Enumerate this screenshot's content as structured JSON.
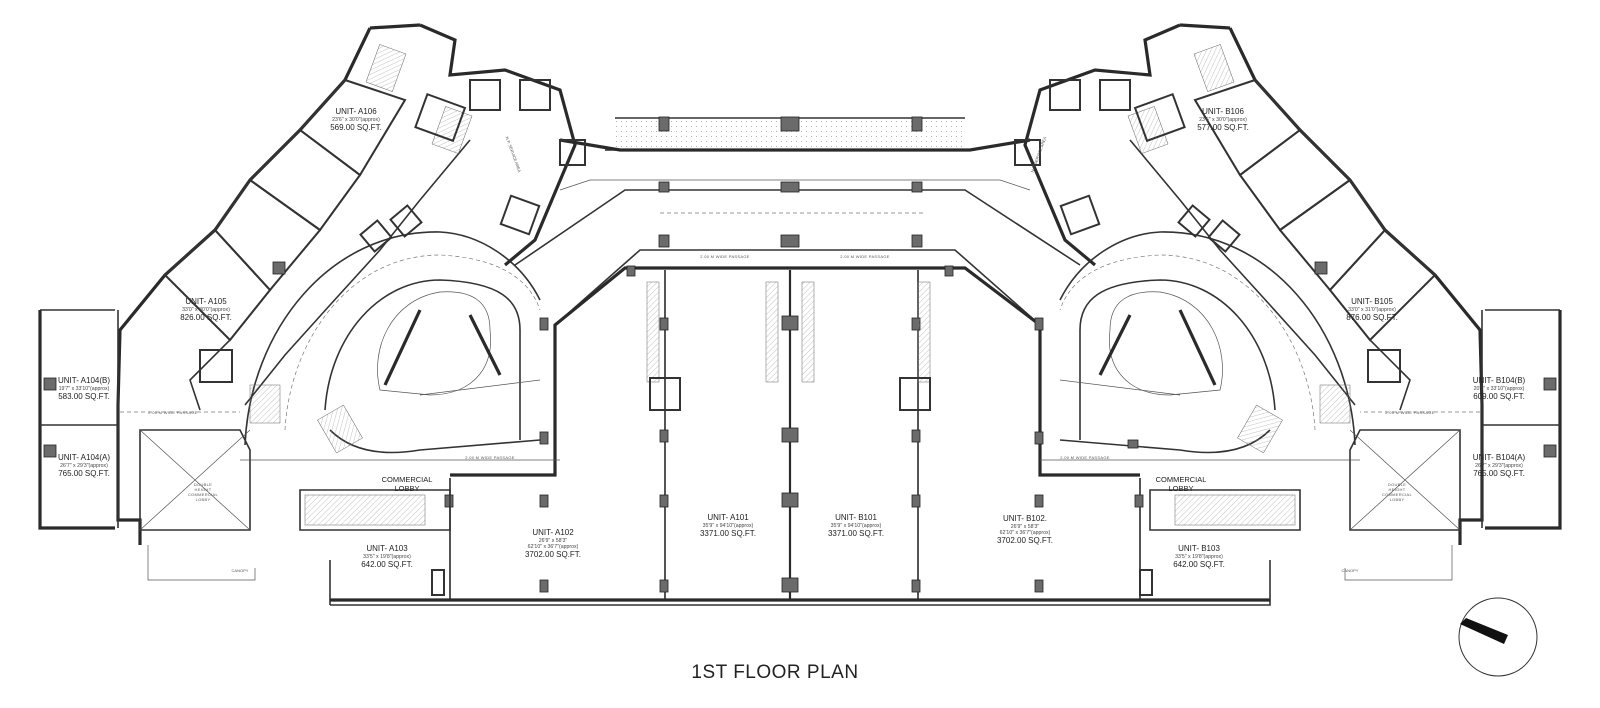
{
  "title": "1ST FLOOR PLAN",
  "units": [
    {
      "id": "a106",
      "name": "UNIT- A106",
      "dims": "23'6\" x 30'0\"(approx)",
      "area": "569.00 SQ.FT."
    },
    {
      "id": "a105",
      "name": "UNIT- A105",
      "dims": "33'0\" x 30'0\"(approx)",
      "area": "826.00 SQ.FT."
    },
    {
      "id": "a104b",
      "name": "UNIT- A104(B)",
      "dims": "19'7\" x 33'10\"(approx)",
      "area": "583.00 SQ.FT."
    },
    {
      "id": "a104a",
      "name": "UNIT- A104(A)",
      "dims": "26'7\" x 29'3\"(approx)",
      "area": "765.00 SQ.FT."
    },
    {
      "id": "a103",
      "name": "UNIT- A103",
      "dims": "33'5\" x 19'8\"(approx)",
      "area": "642.00 SQ.FT."
    },
    {
      "id": "a102",
      "name": "UNIT- A102",
      "dims": "26'9\" x 58'3\"",
      "dims2": "62'10\" x 36'7\"(approx)",
      "area": "3702.00 SQ.FT."
    },
    {
      "id": "a101",
      "name": "UNIT- A101",
      "dims": "35'9\" x 94'10\"(approx)",
      "area": "3371.00 SQ.FT."
    },
    {
      "id": "b101",
      "name": "UNIT- B101",
      "dims": "35'9\" x 94'10\"(approx)",
      "area": "3371.00 SQ.FT."
    },
    {
      "id": "b102",
      "name": "UNIT- B102.",
      "dims": "26'9\" x 58'3\"",
      "dims2": "62'10\" x 36'7\"(approx)",
      "area": "3702.00 SQ.FT."
    },
    {
      "id": "b103",
      "name": "UNIT- B103",
      "dims": "33'5\" x 19'8\"(approx)",
      "area": "642.00 SQ.FT."
    },
    {
      "id": "b104a",
      "name": "UNIT- B104(A)",
      "dims": "26'7\" x 29'3\"(approx)",
      "area": "765.00 SQ.FT."
    },
    {
      "id": "b104b",
      "name": "UNIT- B104(B)",
      "dims": "20'7\" x 33'10\"(approx)",
      "area": "609.00 SQ.FT."
    },
    {
      "id": "b105",
      "name": "UNIT- B105",
      "dims": "33'0\" x 31'0\"(approx)",
      "area": "876.00 SQ.FT."
    },
    {
      "id": "b106",
      "name": "UNIT- B106",
      "dims": "23'6\" x 30'0\"(approx)",
      "area": "577.00 SQ.FT."
    }
  ],
  "lobbies": {
    "left": {
      "line1": "COMMERCIAL",
      "line2": "LOBBY"
    },
    "right": {
      "line1": "COMMERCIAL",
      "line2": "LOBBY"
    },
    "double_left": {
      "line1": "DOUBLE",
      "line2": "HEIGHT",
      "line3": "COMMERCIAL",
      "line4": "LOBBY"
    },
    "double_right": {
      "line1": "DOUBLE",
      "line2": "HEIGHT",
      "line3": "COMMERCIAL",
      "line4": "LOBBY"
    }
  },
  "passages": {
    "top_left": "2.00 M WIDE PASSAGE",
    "top_right": "2.00 M WIDE PASSAGE",
    "left_lower": "2.00 M WIDE PASSAGE",
    "right_lower": "2.00 M WIDE PASSAGE",
    "left_side": "2.00 M WIDE PASSAGE",
    "right_side": "2.00 M WIDE PASSAGE"
  },
  "service": {
    "left": "N.P. SERVICE AREA",
    "right": "N.P. SERVICE AREA"
  },
  "canopy": "CANOPY",
  "icons": {
    "compass": "north-compass-icon"
  }
}
